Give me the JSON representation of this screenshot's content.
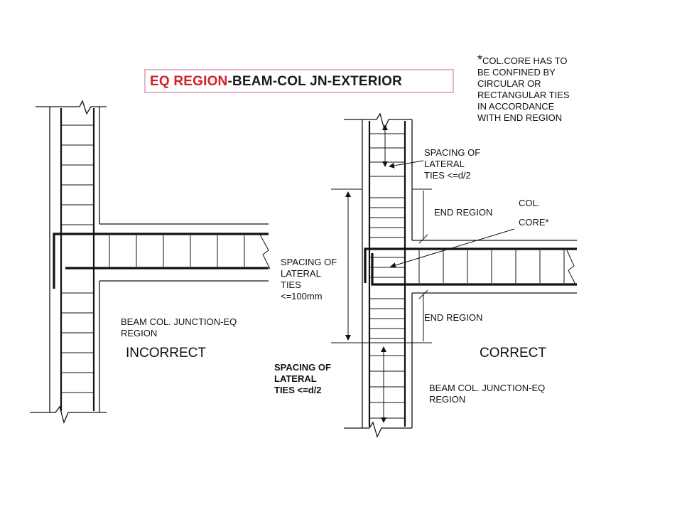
{
  "title": {
    "red_part": "EQ REGION",
    "black_part": "-BEAM-COL JN-EXTERIOR"
  },
  "note": {
    "star": "*",
    "lines": [
      "COL.CORE HAS TO",
      "BE CONFINED BY",
      "CIRCULAR OR",
      "RECTANGULAR TIES",
      "IN ACCORDANCE",
      "WITH END REGION"
    ]
  },
  "left": {
    "spacing_lines": [
      "SPACING    OF",
      "LATERAL",
      "TIES",
      "<=100mm"
    ],
    "junction_lines": [
      "BEAM COL. JUNCTION-EQ",
      "REGION"
    ],
    "verdict": "INCORRECT"
  },
  "right": {
    "spacing_top_lines": [
      "SPACING    OF",
      "LATERAL",
      "TIES <=d/2"
    ],
    "end_region_top": "END REGION",
    "col_label": "COL.",
    "core_label": "CORE*",
    "end_region_bottom": "END REGION",
    "verdict": "CORRECT",
    "spacing_bottom_lines": [
      "SPACING    OF",
      "LATERAL",
      "TIES <=d/2"
    ],
    "junction_lines": [
      "BEAM COL. JUNCTION-EQ",
      "REGION"
    ]
  }
}
